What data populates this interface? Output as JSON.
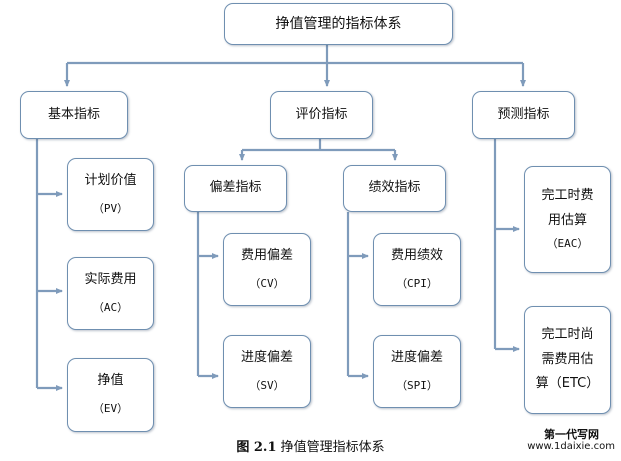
{
  "title": "挣值管理的指标体系",
  "categories": {
    "basic": "基本指标",
    "evaluation": "评价指标",
    "forecast": "预测指标"
  },
  "subcategories": {
    "deviation": "偏差指标",
    "performance": "绩效指标"
  },
  "nodes": {
    "pv": {
      "name": "计划价值",
      "code": "（PV）"
    },
    "ac": {
      "name": "实际费用",
      "code": "（AC）"
    },
    "ev": {
      "name": "挣值",
      "code": "（EV）"
    },
    "cv": {
      "name": "费用偏差",
      "code": "（CV）"
    },
    "sv": {
      "name": "进度偏差",
      "code": "（SV）"
    },
    "cpi": {
      "name": "费用绩效",
      "code": "（CPI）"
    },
    "spi": {
      "name": "进度偏差",
      "code": "（SPI）"
    },
    "eac": {
      "line1": "完工时费",
      "line2": "用估算",
      "code": "（EAC）"
    },
    "etc": {
      "line1": "完工时尚",
      "line2": "需费用估",
      "line3": "算（ETC）"
    }
  },
  "caption": {
    "number": "图 2.1",
    "text": "挣值管理指标体系"
  },
  "watermark": {
    "line1": "第一代写网",
    "line2": "www.1daixie.com"
  },
  "colors": {
    "border": "#6f8fb0",
    "connector": "#7f9bbb"
  }
}
